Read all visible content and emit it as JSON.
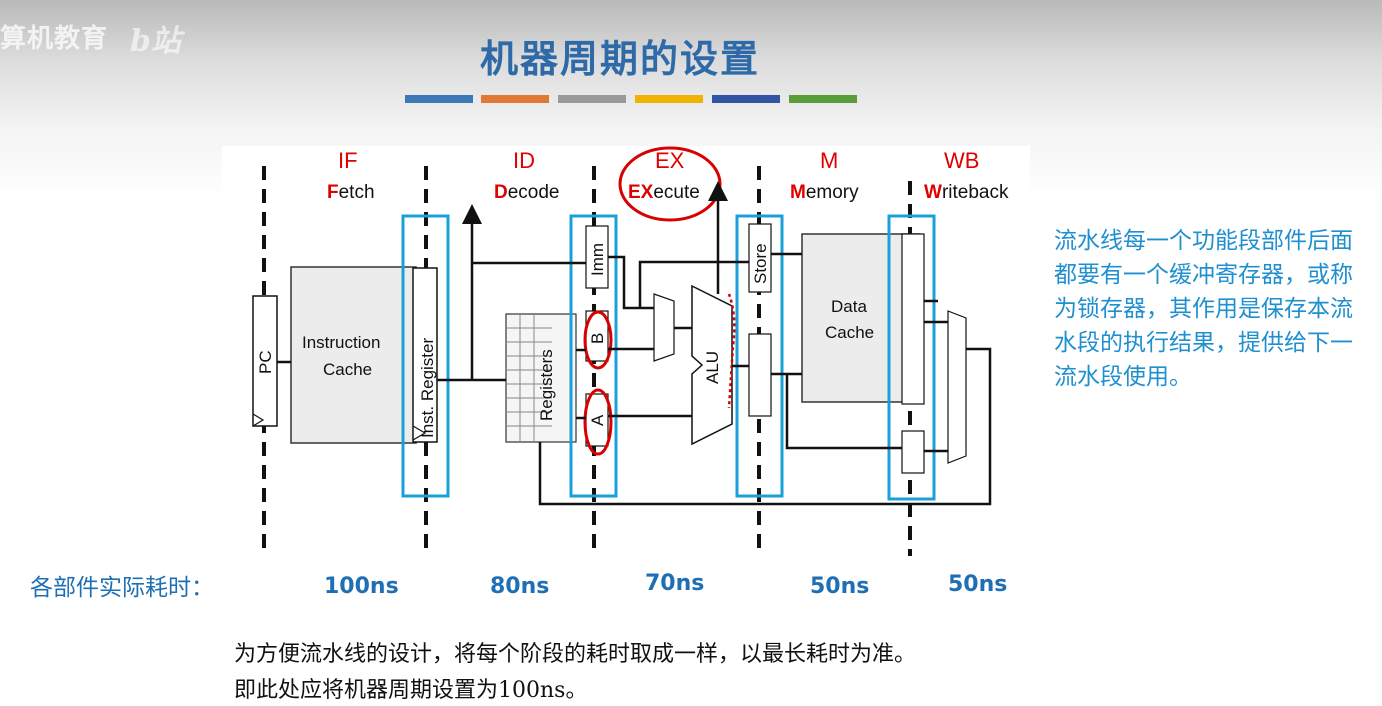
{
  "watermark": {
    "text": "算机教育",
    "logo": "b站"
  },
  "title": "机器周期的设置",
  "color_bars": [
    "#3b78b6",
    "#e07a32",
    "#9a9a9a",
    "#f0b400",
    "#2f55a4",
    "#5a9e3a"
  ],
  "stages": [
    {
      "abbr": "IF",
      "first": "F",
      "rest": "etch"
    },
    {
      "abbr": "ID",
      "first": "D",
      "rest": "ecode"
    },
    {
      "abbr": "EX",
      "first": "EX",
      "rest": "ecute"
    },
    {
      "abbr": "M",
      "first": "M",
      "rest": "emory"
    },
    {
      "abbr": "WB",
      "first": "W",
      "rest": "riteback"
    }
  ],
  "components": {
    "pc": "PC",
    "icache_line1": "Instruction",
    "icache_line2": "Cache",
    "inst_reg": "Inst. Register",
    "registers": "Registers",
    "imm": "Imm",
    "b": "B",
    "a": "A",
    "alu": "ALU",
    "store": "Store",
    "dcache_line1": "Data",
    "dcache_line2": "Cache"
  },
  "right_note": "流水线每一个功能段部件后面都要有一个缓冲寄存器，或称为锁存器，其作用是保存本流水段的执行结果，提供给下一流水段使用。",
  "times": {
    "label": "各部件实际耗时：",
    "values": [
      "100ns",
      "80ns",
      "70ns",
      "50ns",
      "50ns"
    ]
  },
  "bottom_note": {
    "line1": "为方便流水线的设计，将每个阶段的耗时取成一样，以最长耗时为准。",
    "line2": "即此处应将机器周期设置为100ns。"
  }
}
